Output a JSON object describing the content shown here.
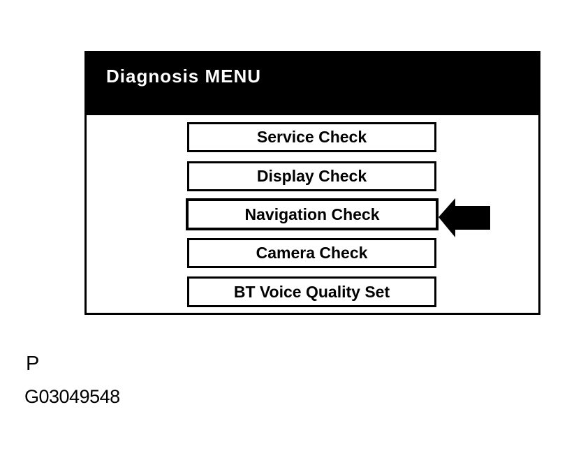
{
  "figure": {
    "panel_label": "P",
    "figure_id": "G03049548"
  },
  "screen": {
    "title": "Diagnosis MENU",
    "menu": {
      "buttons": [
        {
          "label": "Service Check",
          "selected": false
        },
        {
          "label": "Display Check",
          "selected": false
        },
        {
          "label": "Navigation Check",
          "selected": true
        },
        {
          "label": "Camera Check",
          "selected": false
        },
        {
          "label": "BT Voice Quality Set",
          "selected": false
        }
      ]
    }
  },
  "annotations": {
    "selection_arrow": {
      "shape": "left-arrow",
      "points_to": "Navigation Check",
      "color": "#000000"
    }
  },
  "colors": {
    "page_bg": "#ffffff",
    "screen_bg": "#ffffff",
    "header_bg": "#000000",
    "header_text": "#ffffff",
    "button_bg": "#ffffff",
    "button_border": "#000000",
    "button_text": "#000000"
  }
}
